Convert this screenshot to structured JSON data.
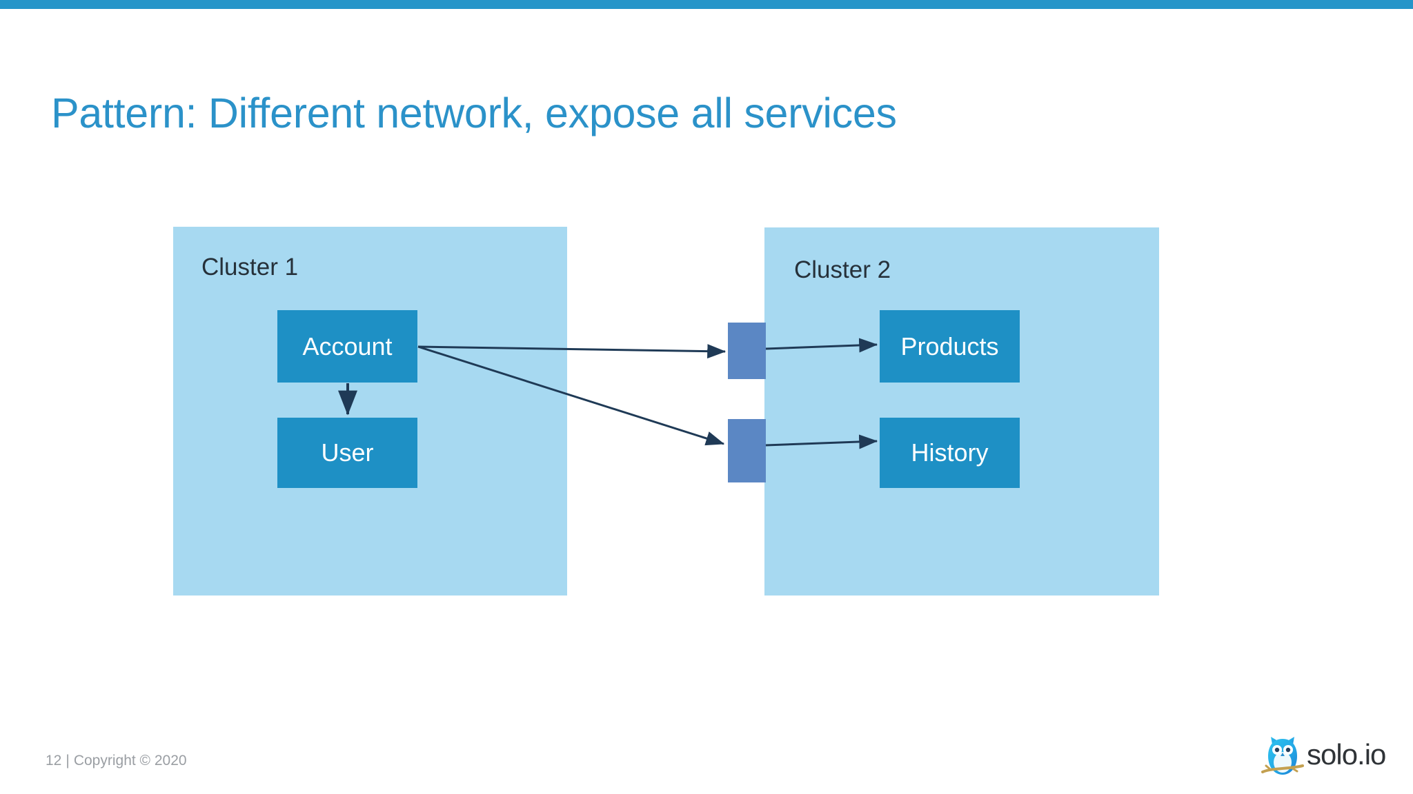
{
  "slide": {
    "title": "Pattern: Different network, expose all services",
    "title_color": "#2b92c9",
    "accent_bar_color": "#2595c9",
    "background_color": "#ffffff"
  },
  "diagram": {
    "clusters": [
      {
        "id": "cluster-1",
        "label": "Cluster 1",
        "fill": "#a7d9f1"
      },
      {
        "id": "cluster-2",
        "label": "Cluster 2",
        "fill": "#a7d9f1"
      }
    ],
    "services": [
      {
        "id": "account",
        "label": "Account",
        "cluster": "cluster-1",
        "fill": "#1e90c5",
        "text_color": "#ffffff"
      },
      {
        "id": "user",
        "label": "User",
        "cluster": "cluster-1",
        "fill": "#1e90c5",
        "text_color": "#ffffff"
      },
      {
        "id": "products",
        "label": "Products",
        "cluster": "cluster-2",
        "fill": "#1e90c5",
        "text_color": "#ffffff"
      },
      {
        "id": "history",
        "label": "History",
        "cluster": "cluster-2",
        "fill": "#1e90c5",
        "text_color": "#ffffff"
      }
    ],
    "gateways": [
      {
        "id": "gateway-products",
        "fill": "#5b87c4"
      },
      {
        "id": "gateway-history",
        "fill": "#5b87c4"
      }
    ],
    "connections": [
      {
        "from": "account",
        "to": "gateway-products"
      },
      {
        "from": "account",
        "to": "gateway-history"
      },
      {
        "from": "account",
        "to": "user"
      },
      {
        "from": "gateway-products",
        "to": "products"
      },
      {
        "from": "gateway-history",
        "to": "history"
      }
    ],
    "arrow_color": "#1f3a56"
  },
  "footer": {
    "page_number": "12",
    "separator": "|",
    "copyright": "Copyright © 2020",
    "text_color": "#9a9ea3"
  },
  "logo": {
    "wordmark": "solo.io",
    "icon_name": "owl-on-branch-icon",
    "owl_color": "#2eb6e8",
    "branch_color": "#c3a050",
    "wordmark_color": "#2f3337"
  }
}
